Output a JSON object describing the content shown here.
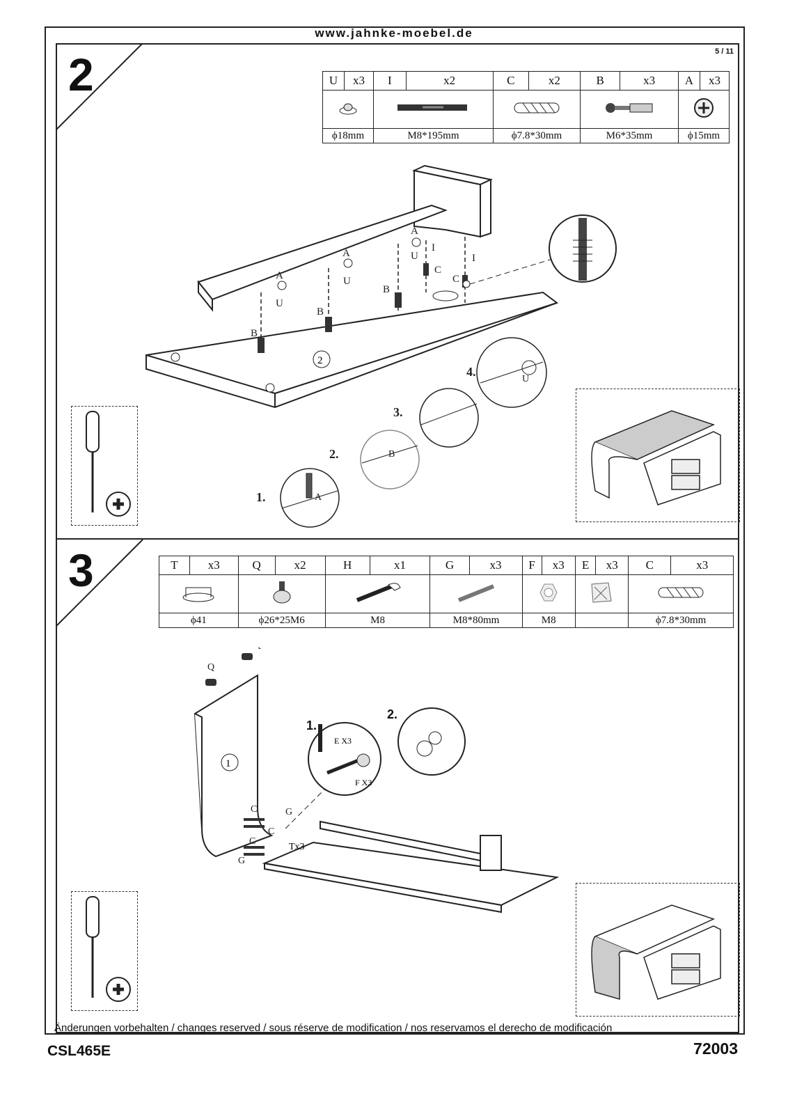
{
  "header": {
    "url": "www.jahnke-moebel.de",
    "page": "5 / 11"
  },
  "step2": {
    "number": "2",
    "parts": [
      {
        "id": "U",
        "qty": "x3",
        "dim": "ϕ18mm"
      },
      {
        "id": "I",
        "qty": "x2",
        "dim": "M8*195mm"
      },
      {
        "id": "C",
        "qty": "x2",
        "dim": "ϕ7.8*30mm"
      },
      {
        "id": "B",
        "qty": "x3",
        "dim": "M6*35mm"
      },
      {
        "id": "A",
        "qty": "x3",
        "dim": "ϕ15mm"
      }
    ],
    "labels": {
      "panel": "2",
      "s1": "1.",
      "s2": "2.",
      "s3": "3.",
      "s4": "4."
    }
  },
  "step3": {
    "number": "3",
    "parts": [
      {
        "id": "T",
        "qty": "x3",
        "dim": "ϕ41"
      },
      {
        "id": "Q",
        "qty": "x2",
        "dim": "ϕ26*25M6"
      },
      {
        "id": "H",
        "qty": "x1",
        "dim": "M8"
      },
      {
        "id": "G",
        "qty": "x3",
        "dim": "M8*80mm"
      },
      {
        "id": "F",
        "qty": "x3",
        "dim": "M8"
      },
      {
        "id": "E",
        "qty": "x3",
        "dim": ""
      },
      {
        "id": "C",
        "qty": "x3",
        "dim": "ϕ7.8*30mm"
      }
    ],
    "labels": {
      "panel": "1",
      "s1": "1.",
      "s2": "2.",
      "ex3": "E X3",
      "fx3": "F X3",
      "tx3": "Tx3"
    }
  },
  "footer": {
    "notice": "Änderungen vorbehalten / changes reserved / sous réserve de modification / nos reservamos el derecho de modificación",
    "model": "CSL465E",
    "number": "72003"
  }
}
